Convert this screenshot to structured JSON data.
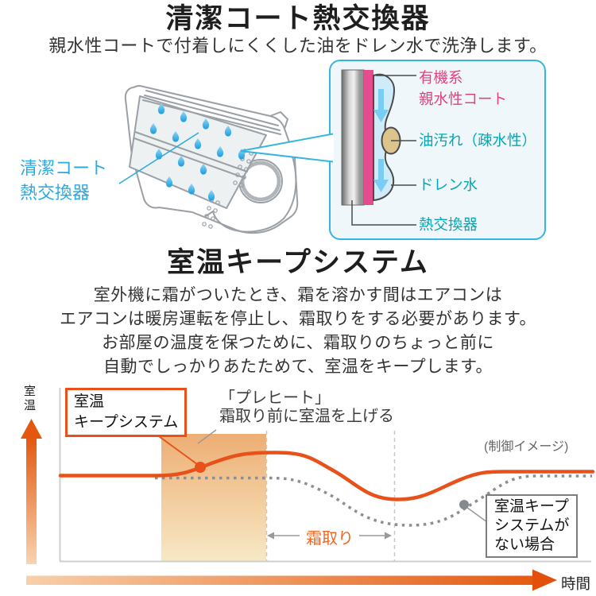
{
  "section1": {
    "title": "清潔コート熱交換器",
    "subtitle": "親水性コートで付着しにくくした油をドレン水で洗浄します。",
    "unit_label": [
      "清潔コート",
      "熱交換器"
    ],
    "detail_labels": {
      "coat": [
        "有機系",
        "親水性コート"
      ],
      "oil": "油汚れ（疎水性）",
      "drain": "ドレン水",
      "heat_exchanger": "熱交換器"
    },
    "colors": {
      "unit_label_cyan": "#29abe2",
      "box_border_cyan": "#35b6e0",
      "coat_pink": "#e0437c",
      "label_teal": "#00a9b4",
      "water_blue": "#cfeaf9",
      "oil_tan": "#dcc48c"
    }
  },
  "section2": {
    "title": "室温キープシステム",
    "description_lines": [
      "室外機に霜がついたとき、霜を溶かす間はエアコンは",
      "エアコンは暖房運転を停止し、霜取りをする必要があります。",
      "お部屋の温度を保つために、霜取りのちょっと前に",
      "自動でしっかりあたためて、室温をキープします。"
    ],
    "chart": {
      "type": "line",
      "y_axis_label": "室温",
      "x_axis_label": "時間",
      "keep_box_label": [
        "室温",
        "キープシステム"
      ],
      "preheat_label": [
        "「プレヒート」",
        "霜取り前に室温を上げる"
      ],
      "control_note": "(制御イメージ)",
      "frost_label": "霜取り",
      "no_system_label": [
        "室温キープ",
        "システムが",
        "ない場合"
      ],
      "series": [
        {
          "name": "室温キープシステム",
          "style": "solid",
          "color": "#e8521a",
          "behavior": "プレヒートで霜取り前に室温を上げ、霜取り中の低下を小さく保つ"
        },
        {
          "name": "室温キープシステムがない場合",
          "style": "dotted",
          "color": "#8a8f94",
          "behavior": "霜取り中に室温が大きく低下する"
        }
      ],
      "accent_orange": "#e8521a"
    }
  }
}
